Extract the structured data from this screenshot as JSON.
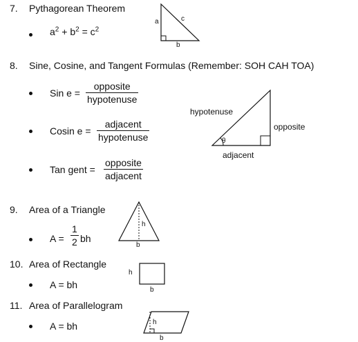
{
  "items": {
    "pythagorean": {
      "number": "7.",
      "title": "Pythagorean Theorem",
      "formula": {
        "a": "a",
        "b": "b",
        "c": "c",
        "exp": "2",
        "plus": "+",
        "eq": "="
      },
      "labels": {
        "a": "a",
        "b": "b",
        "c": "c"
      }
    },
    "trig": {
      "number": "8.",
      "title": "Sine, Cosine, and Tangent Formulas (Remember: SOH CAH TOA)",
      "sine": {
        "label": "Sin e =",
        "num": "opposite",
        "den": "hypotenuse"
      },
      "cosine": {
        "label": "Cosin e =",
        "num": "adjacent",
        "den": "hypotenuse"
      },
      "tangent": {
        "label": "Tan gent =",
        "num": "opposite",
        "den": "adjacent"
      },
      "labels": {
        "hypotenuse": "hypotenuse",
        "opposite": "opposite",
        "adjacent": "adjacent",
        "theta": "θ"
      }
    },
    "triangle_area": {
      "number": "9.",
      "title": "Area of a Triangle",
      "formula": {
        "lhs": "A =",
        "num": "1",
        "den": "2",
        "rest": "bh"
      },
      "labels": {
        "h": "h",
        "b": "b"
      }
    },
    "rectangle_area": {
      "number": "10.",
      "title": "Area of Rectangle",
      "formula": "A = bh",
      "labels": {
        "h": "h",
        "b": "b"
      }
    },
    "parallelogram_area": {
      "number": "11.",
      "title": "Area of Parallelogram",
      "formula": "A = bh",
      "labels": {
        "h": "h",
        "b": "b"
      }
    }
  }
}
